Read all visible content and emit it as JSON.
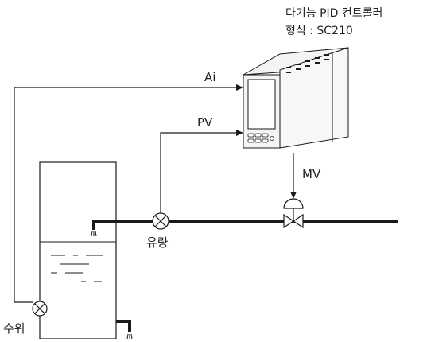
{
  "header": {
    "device_name": "다기능 PID 컨트롤러",
    "model_line": "형식 : SC210"
  },
  "signals": {
    "ai": "Ai",
    "pv": "PV",
    "mv": "MV"
  },
  "sensors": {
    "flow": "유량",
    "level": "수위"
  },
  "colors": {
    "line": "#1a1a1a",
    "device_body": "#f4f4f4",
    "device_screen": "#ffffff"
  }
}
